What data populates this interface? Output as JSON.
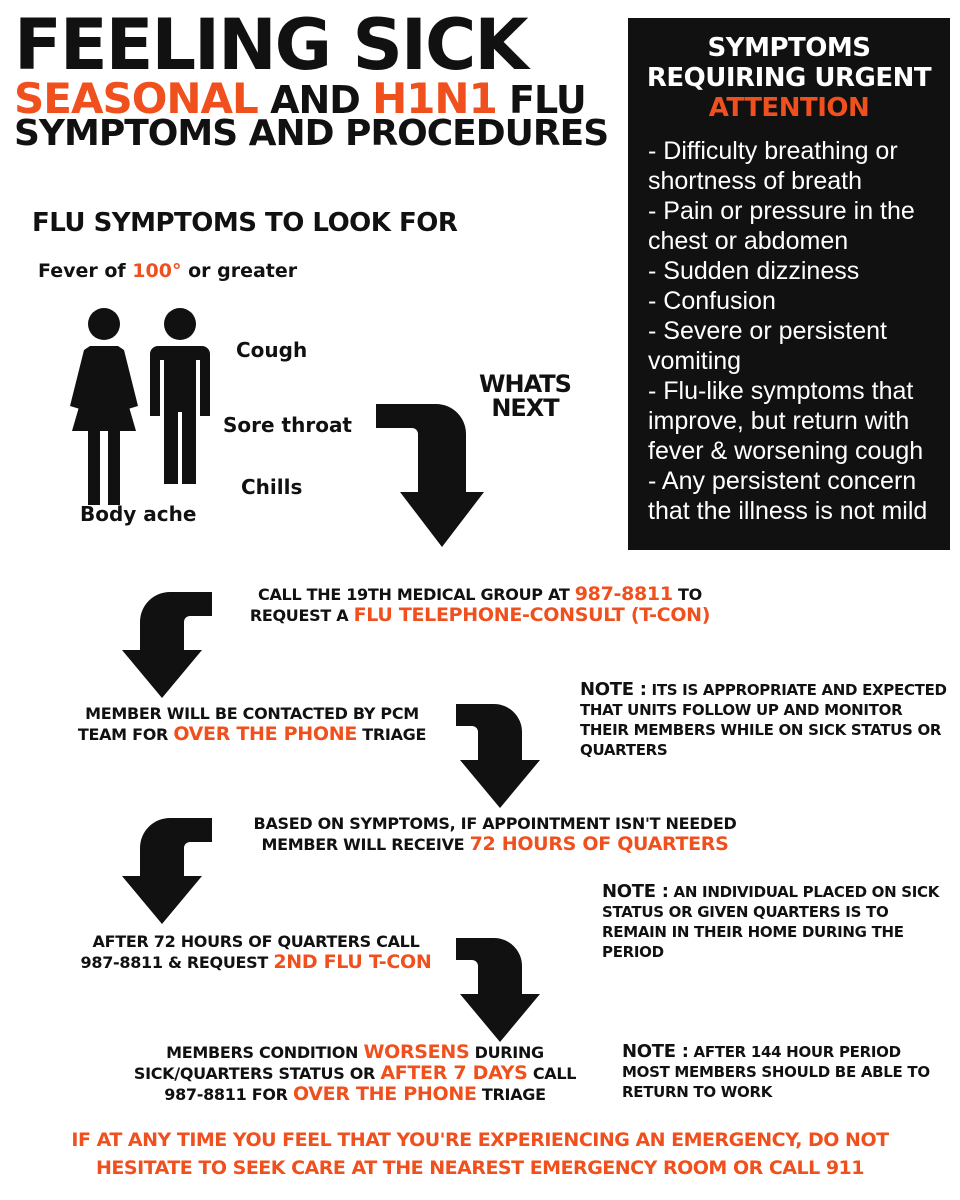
{
  "header": {
    "title": "FEELING SICK",
    "subtitle_seasonal": "SEASONAL",
    "subtitle_and": "AND",
    "subtitle_h1n1": "H1N1",
    "subtitle_flu": "FLU",
    "subtitle_line2": "SYMPTOMS AND PROCEDURES"
  },
  "urgent": {
    "title_line1": "SYMPTOMS",
    "title_line2": "REQUIRING URGENT",
    "title_line3": "ATTENTION",
    "items": [
      "- Difficulty breathing or shortness of breath",
      "- Pain or pressure in the chest or abdomen",
      "- Sudden dizziness",
      "- Confusion",
      "- Severe or persistent vomiting",
      "- Flu-like symptoms that improve, but return with fever & worsening cough",
      "- Any persistent concern that the illness is not mild"
    ]
  },
  "symptoms": {
    "heading": "FLU SYMPTOMS TO LOOK FOR",
    "fever_pre": "Fever of",
    "fever_value": "100°",
    "fever_post": "or greater",
    "cough": "Cough",
    "sore_throat": "Sore throat",
    "chills": "Chills",
    "body_ache": "Body ache"
  },
  "whats_next": "WHATS NEXT",
  "steps": {
    "s1_a": "CALL THE 19TH MEDICAL GROUP AT",
    "s1_phone": "987-8811",
    "s1_b": "TO",
    "s1_c": "REQUEST A",
    "s1_highlight": "FLU TELEPHONE-CONSULT (T-CON)",
    "s2_a": "MEMBER WILL BE CONTACTED BY PCM",
    "s2_b": "TEAM FOR",
    "s2_highlight": "OVER THE PHONE",
    "s2_c": "TRIAGE",
    "s3_a": "BASED ON SYMPTOMS, IF APPOINTMENT ISN'T NEEDED",
    "s3_b": "MEMBER WILL RECEIVE",
    "s3_highlight": "72 HOURS OF QUARTERS",
    "s4_a": "AFTER 72 HOURS OF QUARTERS CALL",
    "s4_b": "987-8811 & REQUEST",
    "s4_highlight": "2ND FLU T-CON",
    "s5_a": "MEMBERS CONDITION",
    "s5_h1": "WORSENS",
    "s5_b": "DURING",
    "s5_c": "SICK/QUARTERS STATUS OR",
    "s5_h2": "AFTER 7 DAYS",
    "s5_d": "CALL",
    "s5_e": "987-8811 FOR",
    "s5_h3": "OVER THE PHONE",
    "s5_f": "TRIAGE"
  },
  "notes": {
    "label": "NOTE :",
    "n1": "ITS IS APPROPRIATE AND EXPECTED THAT UNITS FOLLOW UP AND MONITOR THEIR MEMBERS WHILE ON SICK STATUS OR QUARTERS",
    "n2": "AN INDIVIDUAL PLACED ON SICK STATUS OR GIVEN QUARTERS IS TO REMAIN IN THEIR HOME DURING THE PERIOD",
    "n3": "AFTER 144 HOUR PERIOD MOST MEMBERS SHOULD BE ABLE TO RETURN TO WORK"
  },
  "footer": {
    "line1": "IF AT ANY TIME  YOU FEEL THAT YOU'RE EXPERIENCING AN EMERGENCY, DO NOT",
    "line2": "HESITATE TO SEEK CARE AT THE NEAREST EMERGENCY ROOM OR CALL 911"
  },
  "colors": {
    "accent": "#f0501e",
    "ink": "#111111",
    "box": "#111111"
  },
  "icons": [
    "woman-icon",
    "man-icon",
    "arrow-down-right-icon",
    "arrow-down-left-icon"
  ]
}
